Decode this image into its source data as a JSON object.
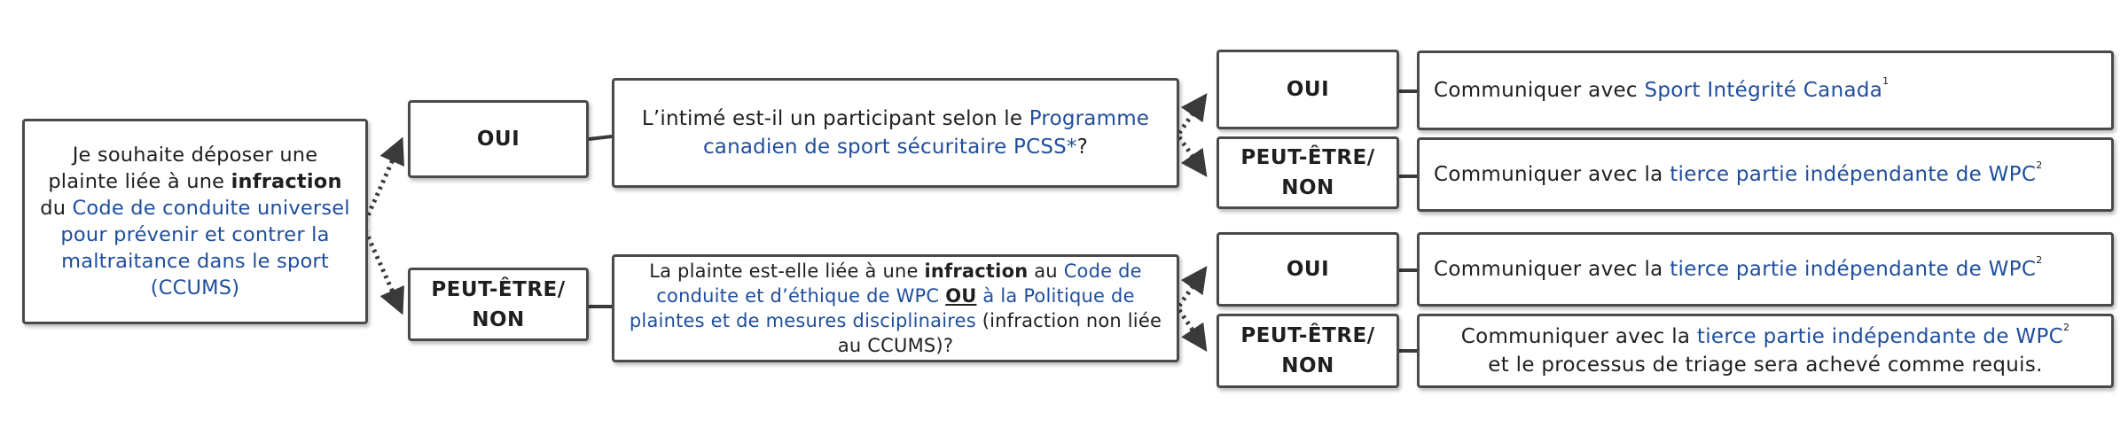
{
  "start": {
    "text1": "Je souhaite déposer une plainte liée à une ",
    "bold": "infraction",
    "text2": " du ",
    "link": "Code de conduite universel pour prévenir et contrer la maltraitance dans le sport (CCUMS)"
  },
  "branch_yes": {
    "label": "OUI"
  },
  "branch_maybe": {
    "label_line1": "PEUT-ÊTRE/",
    "label_line2": "NON"
  },
  "question1": {
    "text": "L’intimé est-il un participant selon le ",
    "link": "Programme canadien de sport sécuritaire PCSS*",
    "end": "?"
  },
  "question2": {
    "text1": "La plainte est-elle liée à une ",
    "bold": "infraction",
    "text2": " au ",
    "link1": "Code de conduite et d’éthique de WPC",
    "or_word": "OU",
    "link2": "à la Politique de plaintes et de mesures disciplinaires",
    "end": " (infraction non liée au CCUMS)?"
  },
  "answers": {
    "q1_yes": {
      "label": "OUI"
    },
    "q1_maybe": {
      "label_line1": "PEUT-ÊTRE/",
      "label_line2": "NON"
    },
    "q2_yes": {
      "label": "OUI"
    },
    "q2_maybe": {
      "label_line1": "PEUT-ÊTRE/",
      "label_line2": "NON"
    }
  },
  "results": {
    "r1": {
      "text": "Communiquer avec ",
      "link": "Sport Intégrité Canada",
      "sup": "1"
    },
    "r2": {
      "text": "Communiquer avec la ",
      "link": "tierce partie indépendante de WPC",
      "sup": "2"
    },
    "r3": {
      "text": "Communiquer avec la ",
      "link": "tierce partie indépendante de WPC",
      "sup": "2"
    },
    "r4": {
      "text": "Communiquer avec la ",
      "link": "tierce partie indépendante de WPC",
      "sup": "2",
      "line2": "et le processus de triage sera achevé comme requis."
    }
  },
  "colors": {
    "border": "#4a4a4a",
    "link": "#1f4e9c",
    "text": "#1f1f1f"
  }
}
